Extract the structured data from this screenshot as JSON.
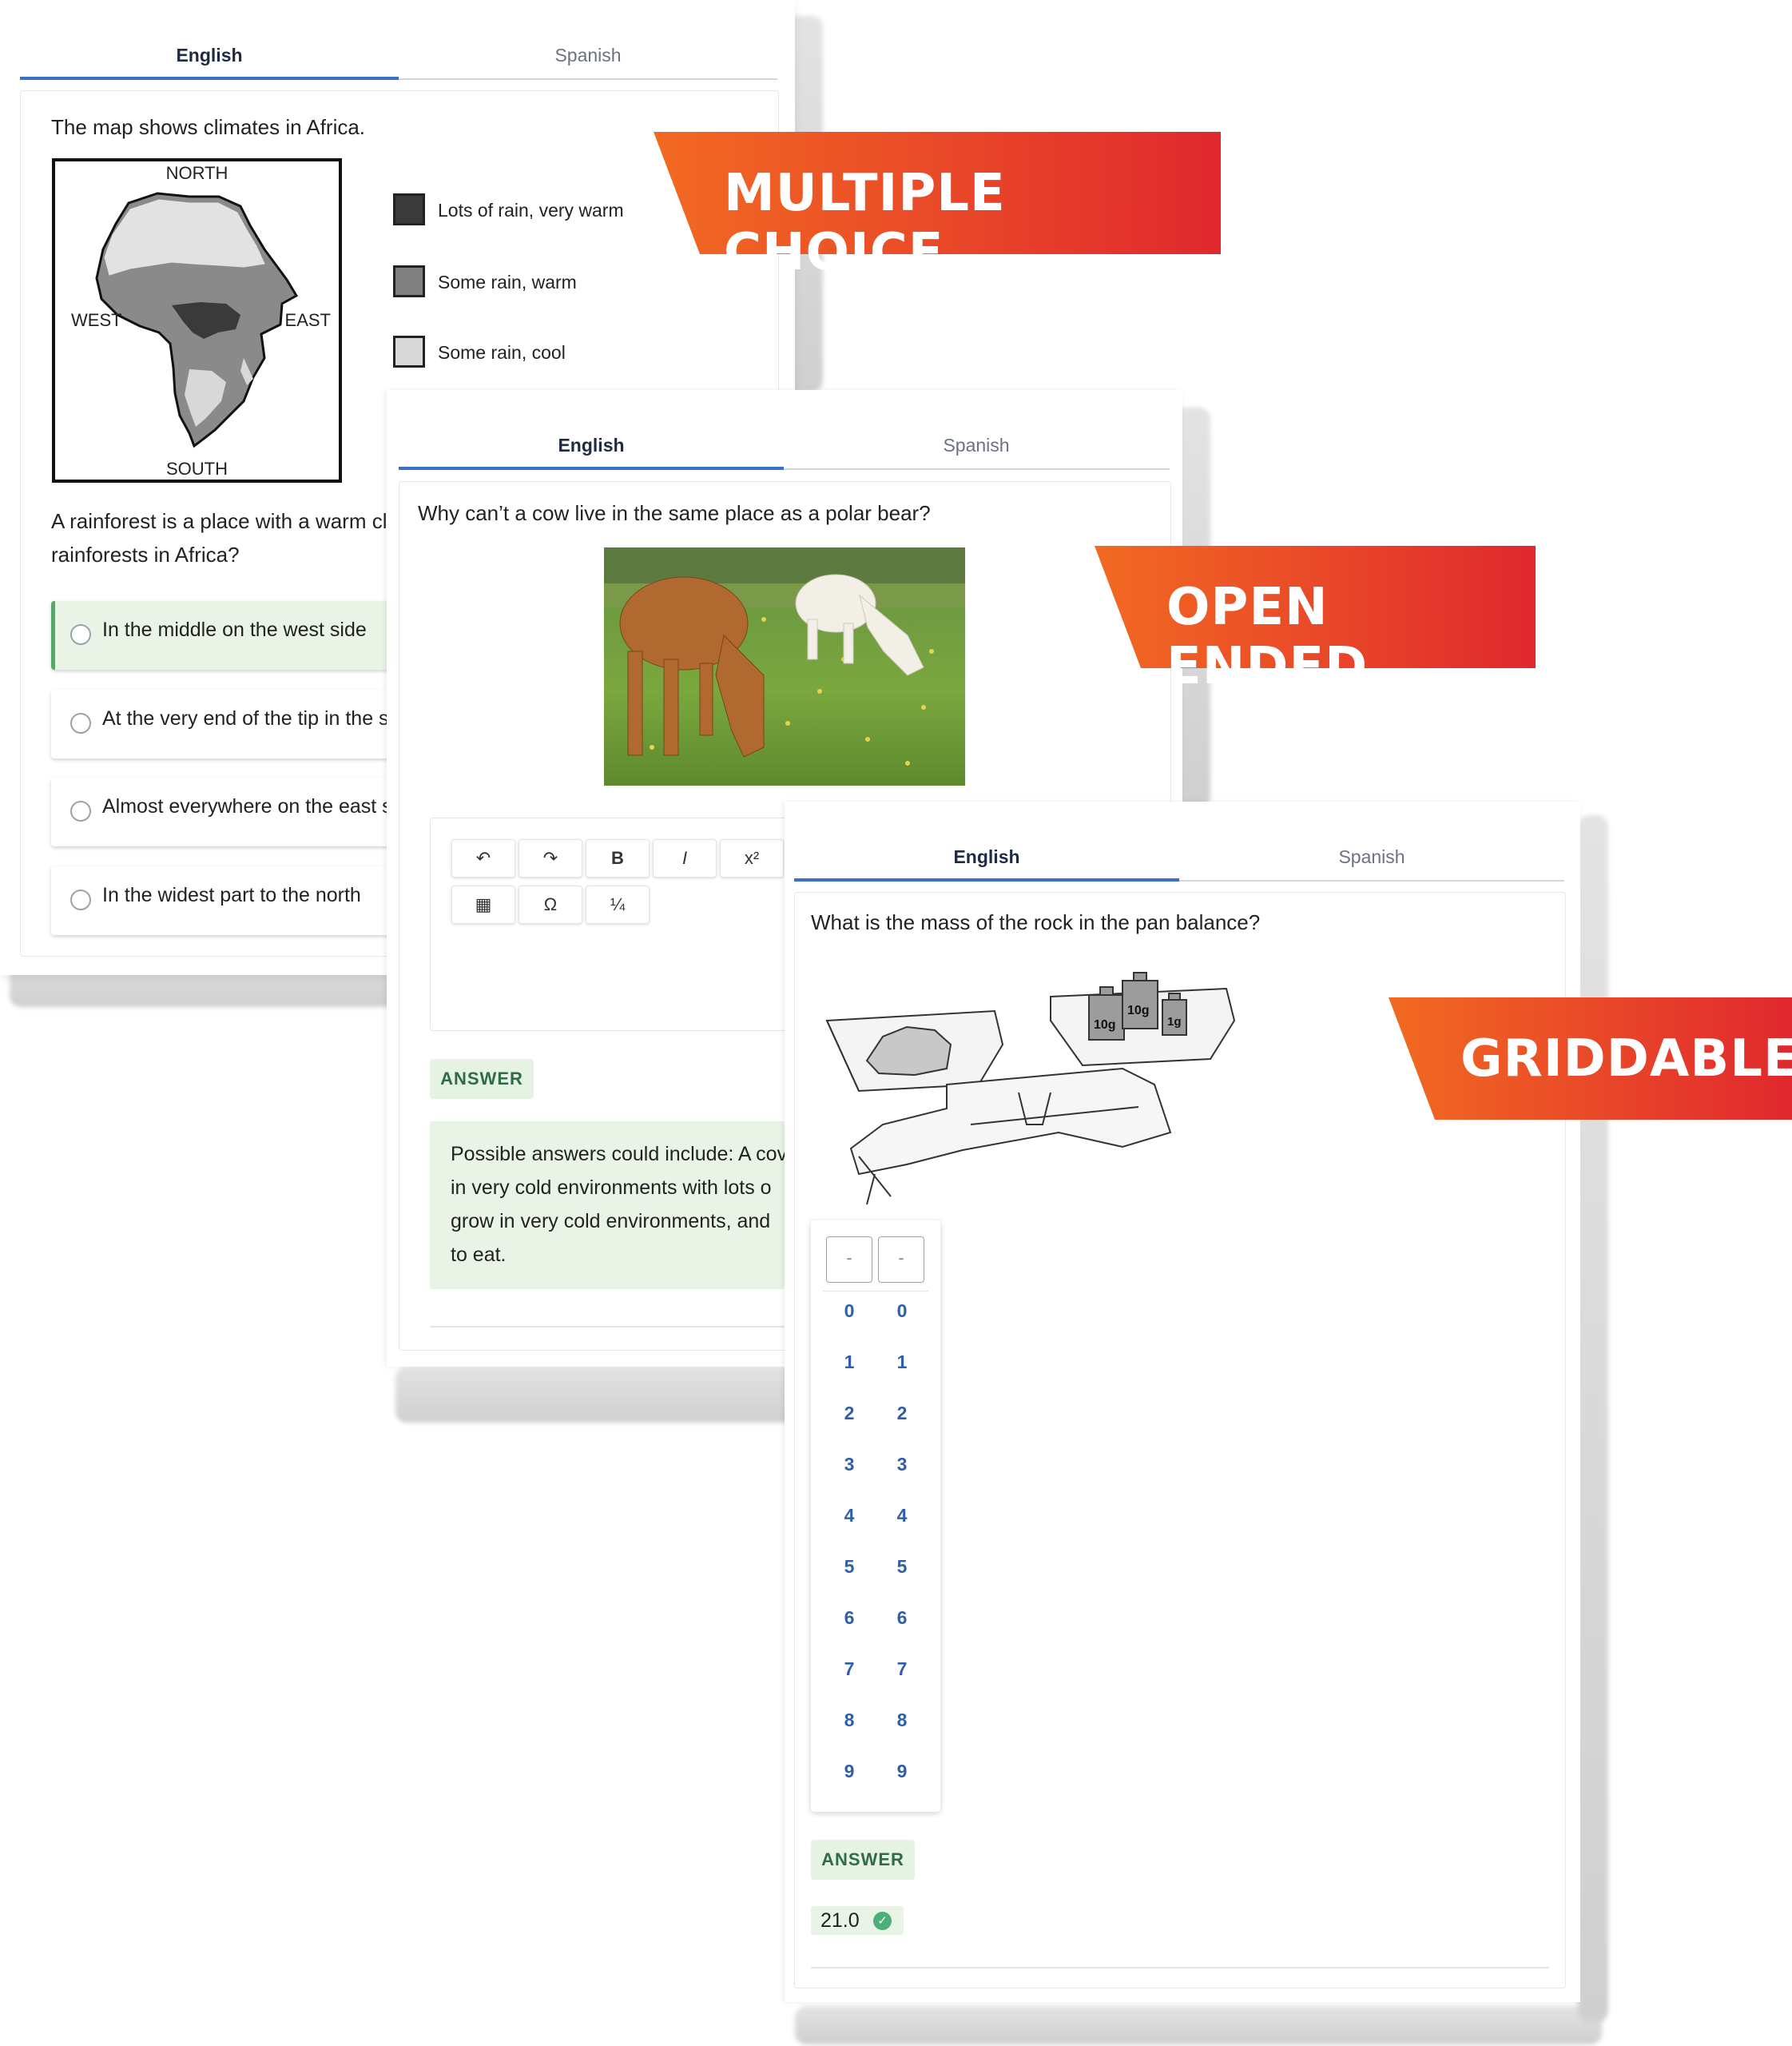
{
  "badges": {
    "multiple_choice": "MULTIPLE CHOICE",
    "open_ended": "OPEN ENDED",
    "griddable": "GRIDDABLE",
    "gradient_start": "#f26a22",
    "gradient_end": "#e0282e"
  },
  "tabs": {
    "english": "English",
    "spanish": "Spanish"
  },
  "card1": {
    "intro": "The map shows climates in Africa.",
    "map_labels": {
      "north": "NORTH",
      "south": "SOUTH",
      "west": "WEST",
      "east": "EAST"
    },
    "legend": [
      {
        "label": "Lots of rain, very warm",
        "color": "#3a3a3a"
      },
      {
        "label": "Some rain, warm",
        "color": "#808080"
      },
      {
        "label": "Some rain, cool",
        "color": "#d8d8d8"
      }
    ],
    "question_line1": "A rainforest is a place with a warm clir",
    "question_line2": "rainforests in Africa?",
    "options": [
      {
        "label": "In the middle on the west side",
        "correct": true
      },
      {
        "label": "At the very end of the tip in the s",
        "correct": false
      },
      {
        "label": "Almost everywhere on the east s",
        "correct": false
      },
      {
        "label": "In the widest part to the north",
        "correct": false
      }
    ]
  },
  "card2": {
    "question": "Why can’t a cow live in the same place as a polar bear?",
    "toolbar": [
      "↶",
      "↷",
      "B",
      "I",
      "x²",
      "▦",
      "Ω",
      "¼"
    ],
    "answer_label": "ANSWER",
    "answer_lines": [
      "Possible answers could include: A cov",
      "in very cold environments with lots o",
      "grow in very cold environments, and",
      "to eat."
    ]
  },
  "card3": {
    "question": "What is the mass of the rock in the pan balance?",
    "weights": [
      "10g",
      "10g",
      "1g"
    ],
    "grid_inputs": [
      "-",
      "-"
    ],
    "digits": [
      "0",
      "1",
      "2",
      "3",
      "4",
      "5",
      "6",
      "7",
      "8",
      "9"
    ],
    "answer_label": "ANSWER",
    "answer_value": "21.0"
  }
}
